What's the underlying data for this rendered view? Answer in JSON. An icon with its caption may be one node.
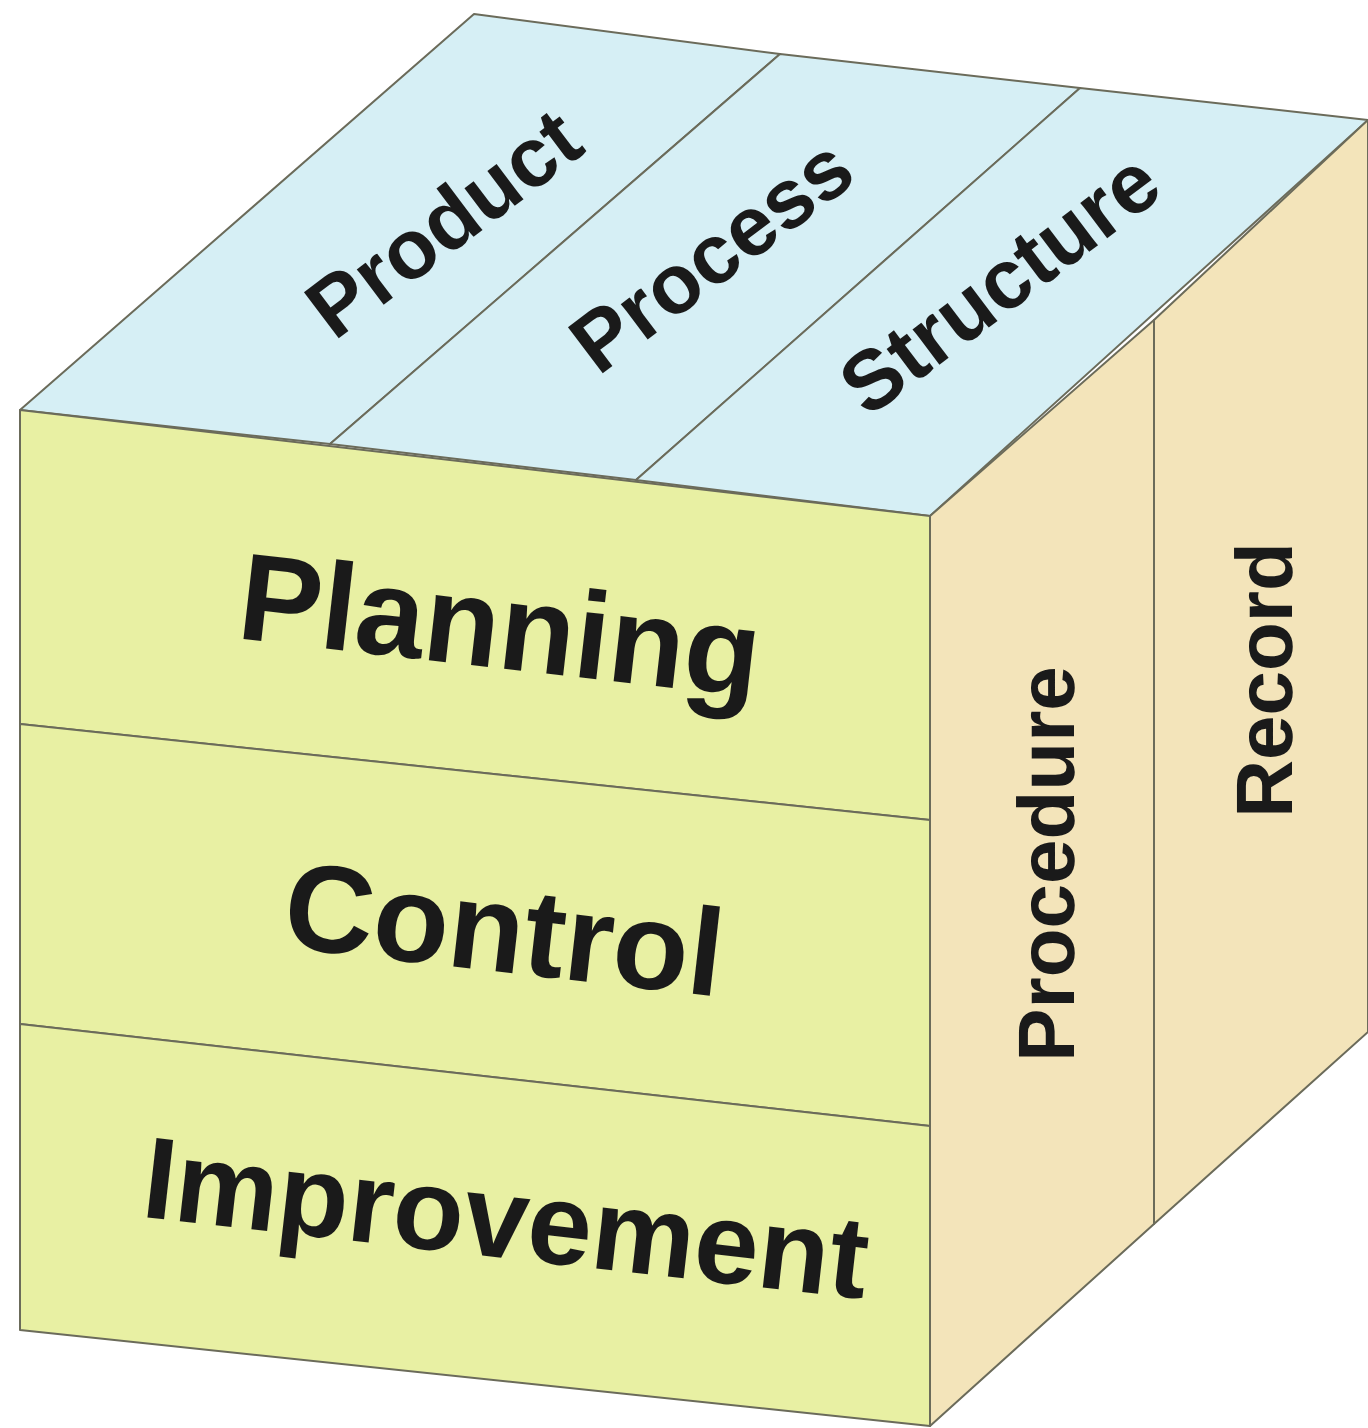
{
  "diagram": {
    "nodes": [
      {
        "text": [
          "Product"
        ]
      },
      {
        "text": [
          "Process"
        ]
      },
      {
        "text": [
          "Structure"
        ]
      },
      {
        "text": [
          "Planning"
        ]
      },
      {
        "text": [
          "Control"
        ]
      },
      {
        "text": [
          "Improvement"
        ]
      },
      {
        "text": [
          "Procedure"
        ]
      },
      {
        "text": [
          "Record"
        ]
      }
    ]
  }
}
